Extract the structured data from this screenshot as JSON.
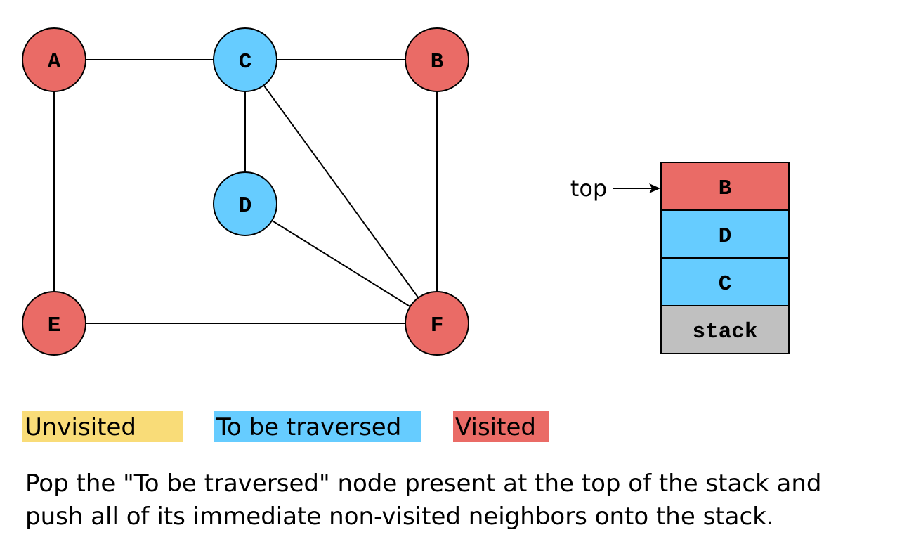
{
  "colors": {
    "unvisited": "#f9dc78",
    "to_be_traversed": "#66ccff",
    "visited": "#ea6b66",
    "stack_base": "#c0c0c0",
    "stroke": "#000000"
  },
  "nodes": [
    {
      "id": "A",
      "label": "A",
      "state": "visited"
    },
    {
      "id": "C",
      "label": "C",
      "state": "to_be_traversed"
    },
    {
      "id": "B",
      "label": "B",
      "state": "visited"
    },
    {
      "id": "D",
      "label": "D",
      "state": "to_be_traversed"
    },
    {
      "id": "E",
      "label": "E",
      "state": "visited"
    },
    {
      "id": "F",
      "label": "F",
      "state": "visited"
    }
  ],
  "edges": [
    [
      "A",
      "C"
    ],
    [
      "C",
      "B"
    ],
    [
      "A",
      "E"
    ],
    [
      "C",
      "D"
    ],
    [
      "C",
      "F"
    ],
    [
      "B",
      "F"
    ],
    [
      "D",
      "F"
    ],
    [
      "E",
      "F"
    ]
  ],
  "stack": {
    "pointer_label": "top",
    "items": [
      {
        "label": "B",
        "state": "visited"
      },
      {
        "label": "D",
        "state": "to_be_traversed"
      },
      {
        "label": "C",
        "state": "to_be_traversed"
      }
    ],
    "base_label": "stack"
  },
  "legend": [
    {
      "label": "Unvisited",
      "state": "unvisited"
    },
    {
      "label": "To be traversed",
      "state": "to_be_traversed"
    },
    {
      "label": "Visited",
      "state": "visited"
    }
  ],
  "caption": {
    "line1": "Pop the \"To be traversed\" node present at the top of the stack and",
    "line2": "push all of its immediate non-visited neighbors onto the stack."
  }
}
